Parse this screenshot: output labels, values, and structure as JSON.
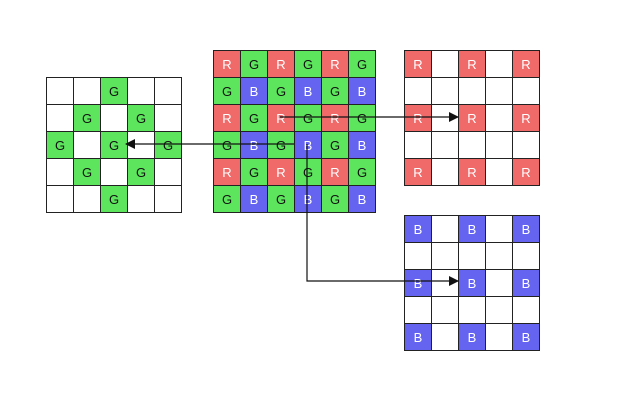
{
  "colors": {
    "R": "#f06a6a",
    "G": "#5de65d",
    "B": "#6464f0",
    "grid": "#222222"
  },
  "bayer": {
    "rows": [
      [
        "R",
        "G",
        "R",
        "G",
        "R",
        "G"
      ],
      [
        "G",
        "B",
        "G",
        "B",
        "G",
        "B"
      ],
      [
        "R",
        "G",
        "R",
        "G",
        "R",
        "G"
      ],
      [
        "G",
        "B",
        "G",
        "B",
        "G",
        "B"
      ],
      [
        "R",
        "G",
        "R",
        "G",
        "R",
        "G"
      ],
      [
        "G",
        "B",
        "G",
        "B",
        "G",
        "B"
      ]
    ]
  },
  "green_plane": {
    "rows": [
      [
        "",
        "",
        "G",
        "",
        ""
      ],
      [
        "",
        "G",
        "",
        "G",
        ""
      ],
      [
        "G",
        "",
        "G",
        "",
        "G"
      ],
      [
        "",
        "G",
        "",
        "G",
        ""
      ],
      [
        "",
        "",
        "G",
        "",
        ""
      ]
    ]
  },
  "red_plane": {
    "rows": [
      [
        "R",
        "",
        "R",
        "",
        "R"
      ],
      [
        "",
        "",
        "",
        "",
        ""
      ],
      [
        "R",
        "",
        "R",
        "",
        "R"
      ],
      [
        "",
        "",
        "",
        "",
        ""
      ],
      [
        "R",
        "",
        "R",
        "",
        "R"
      ]
    ]
  },
  "blue_plane": {
    "rows": [
      [
        "B",
        "",
        "B",
        "",
        "B"
      ],
      [
        "",
        "",
        "",
        "",
        ""
      ],
      [
        "B",
        "",
        "B",
        "",
        "B"
      ],
      [
        "",
        "",
        "",
        "",
        ""
      ],
      [
        "B",
        "",
        "B",
        "",
        "B"
      ]
    ]
  }
}
